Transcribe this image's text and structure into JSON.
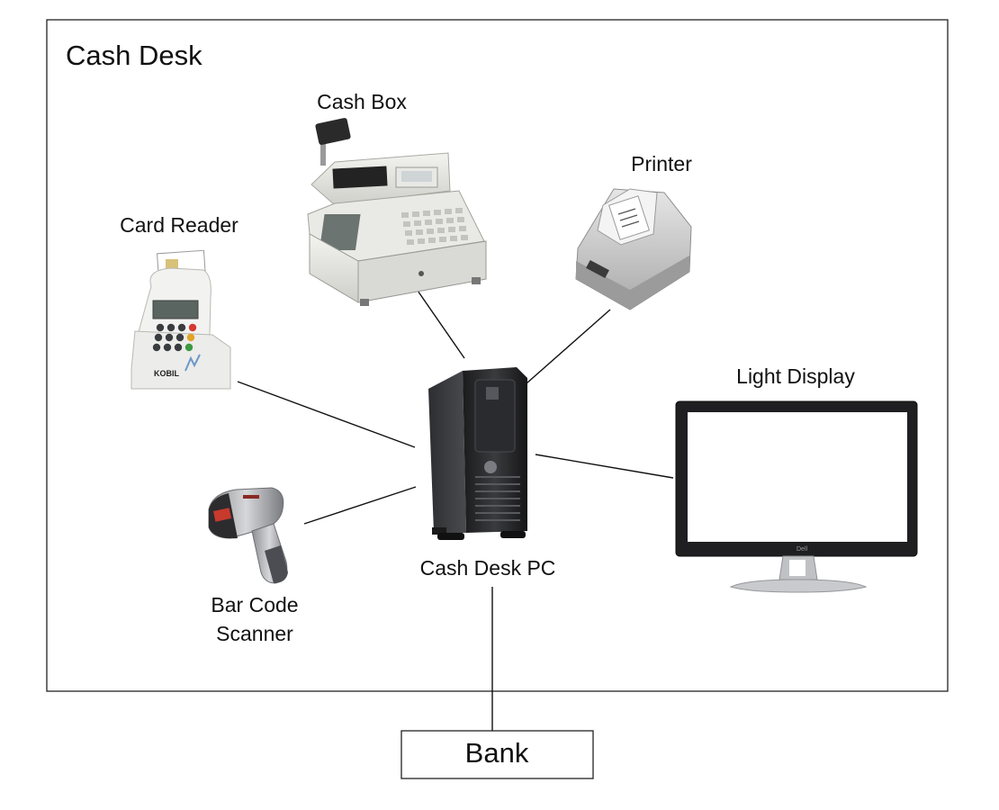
{
  "diagram": {
    "container_title": "Cash Desk",
    "labels": {
      "cash_box": "Cash Box",
      "printer": "Printer",
      "card_reader": "Card Reader",
      "light_display": "Light Display",
      "cash_desk_pc": "Cash Desk PC",
      "bar_code_scanner_line1": "Bar Code",
      "bar_code_scanner_line2": "Scanner",
      "bank": "Bank"
    },
    "card_reader_brand": "KOBIL",
    "monitor_brand": "Dell",
    "icons": [
      "cash-register-icon",
      "receipt-printer-icon",
      "card-reader-icon",
      "tower-pc-icon",
      "monitor-icon",
      "barcode-scanner-icon"
    ]
  }
}
